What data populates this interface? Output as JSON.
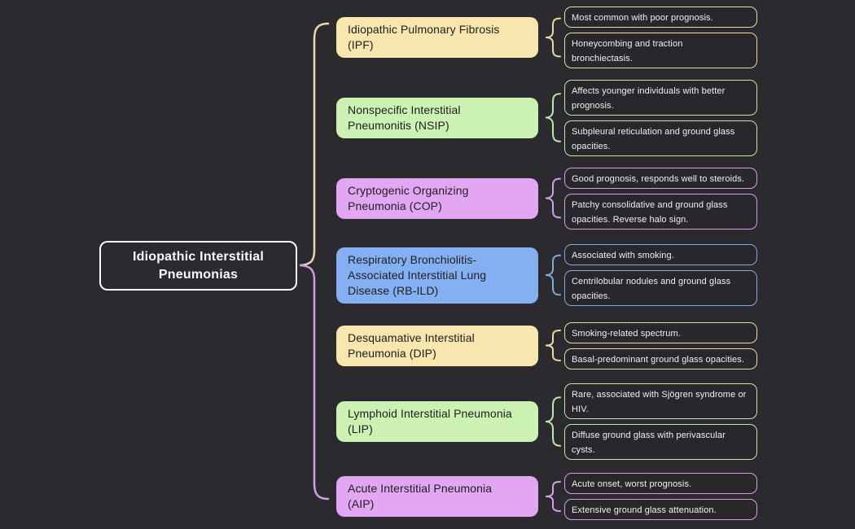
{
  "canvas": {
    "background": "#2B2B2F"
  },
  "root": {
    "label": "Idiopathic Interstitial\nPneumonias",
    "border_color": "#FBFBFB"
  },
  "connector": {
    "top_color": "#E9DAA5",
    "bottom_color": "#D49BEA"
  },
  "colors": {
    "cream_fill": "#F7E6AE",
    "cream_line": "#E9DAA5",
    "green_fill": "#CBF2B3",
    "green_line": "#BFE8AD",
    "purple_fill": "#E2A6F3",
    "purple_line": "#D6A0E8",
    "blue_fill": "#84AFF2",
    "blue_line": "#84A9DC"
  },
  "branches": [
    {
      "id": "ipf",
      "title": "Idiopathic Pulmonary Fibrosis\n(IPF)",
      "fill": "#F7E6AE",
      "line": "#E9DAA5",
      "notes": [
        "Most common with poor prognosis.",
        "Honeycombing and traction\nbronchiectasis."
      ]
    },
    {
      "id": "nsip",
      "title": "Nonspecific Interstitial\nPneumonitis (NSIP)",
      "fill": "#CBF2B3",
      "line": "#BFE8AD",
      "notes": [
        "Affects younger individuals with better\nprognosis.",
        "Subpleural reticulation and ground glass\nopacities."
      ]
    },
    {
      "id": "cop",
      "title": "Cryptogenic Organizing\nPneumonia (COP)",
      "fill": "#E2A6F3",
      "line": "#D6A0E8",
      "notes": [
        "Good prognosis, responds well to steroids.",
        "Patchy consolidative and ground glass\nopacities. Reverse halo sign."
      ]
    },
    {
      "id": "rb-ild",
      "title": "Respiratory Bronchiolitis-\nAssociated Interstitial Lung\nDisease (RB-ILD)",
      "fill": "#84AFF2",
      "line": "#84A9DC",
      "notes": [
        "Associated with smoking.",
        "Centrilobular nodules and ground glass\nopacities."
      ]
    },
    {
      "id": "dip",
      "title": "Desquamative Interstitial\nPneumonia (DIP)",
      "fill": "#F7E6AE",
      "line": "#E9DAA5",
      "notes": [
        "Smoking-related spectrum.",
        "Basal-predominant ground glass opacities."
      ]
    },
    {
      "id": "lip",
      "title": "Lymphoid Interstitial Pneumonia\n(LIP)",
      "fill": "#CBF2B3",
      "line": "#BFE8AD",
      "notes": [
        "Rare, associated with Sjögren syndrome or\nHIV.",
        "Diffuse ground glass with perivascular\ncysts."
      ]
    },
    {
      "id": "aip",
      "title": "Acute Interstitial Pneumonia\n(AIP)",
      "fill": "#E2A6F3",
      "line": "#D6A0E8",
      "notes": [
        "Acute onset, worst prognosis.",
        "Extensive ground glass attenuation."
      ]
    }
  ]
}
